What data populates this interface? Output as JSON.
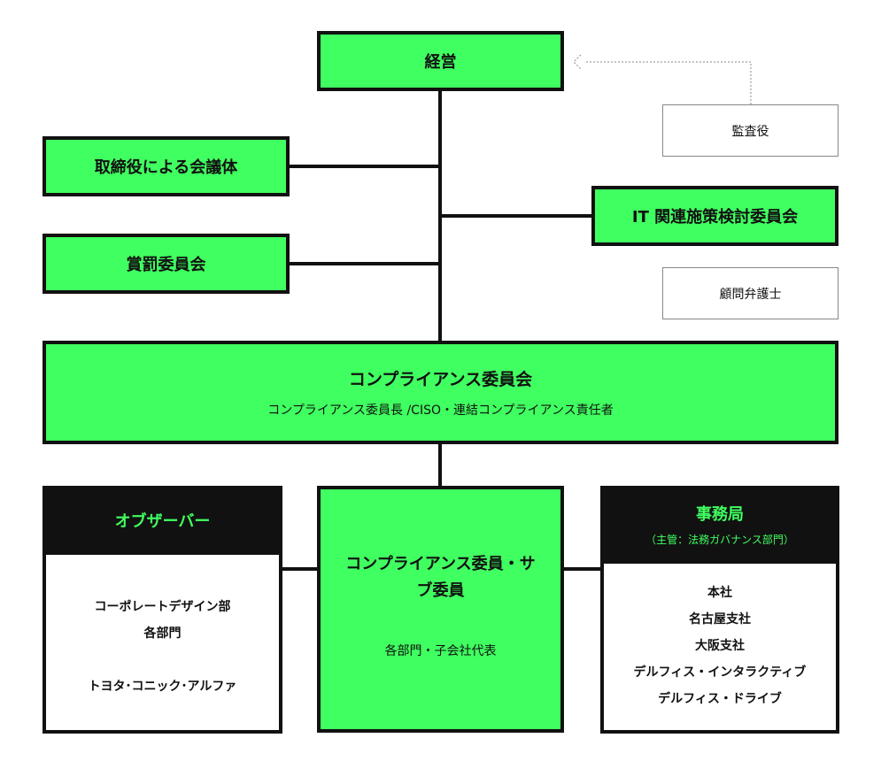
{
  "management": "経営",
  "auditor": "監査役",
  "board": "取締役による会議体",
  "it_committee": "IT 関連施策検討委員会",
  "reward": "賞罰委員会",
  "lawyer": "顧問弁護士",
  "compliance": {
    "title": "コンプライアンス委員会",
    "subtitle": "コンプライアンス委員長 /CISO・連結コンプライアンス責任者"
  },
  "observer": {
    "title": "オブザーバー",
    "line1": "コーポレートデザイン部",
    "line2": "各部門",
    "line3": "トヨタ･コニック･アルファ"
  },
  "members": {
    "title": "コンプライアンス委員・サブ委員",
    "sub": "各部門・子会社代表"
  },
  "secretariat": {
    "title": "事務局",
    "sub": "（主管：法務ガバナンス部門）",
    "items": [
      "本社",
      "名古屋支社",
      "大阪支社",
      "デルフィス・インタラクティブ",
      "デルフィス・ドライブ"
    ]
  },
  "colors": {
    "accent": "#40ff60",
    "line": "#111111"
  }
}
